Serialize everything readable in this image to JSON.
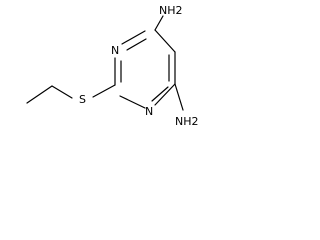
{
  "molecule": {
    "atoms": {
      "nh2_top": "NH2",
      "nh2_bottom": "NH2",
      "n_left_top": "N",
      "n_left_bottom": "N",
      "s": "S"
    }
  },
  "colors": {
    "bond": "#000000",
    "text": "#000000",
    "background": "#ffffff"
  }
}
